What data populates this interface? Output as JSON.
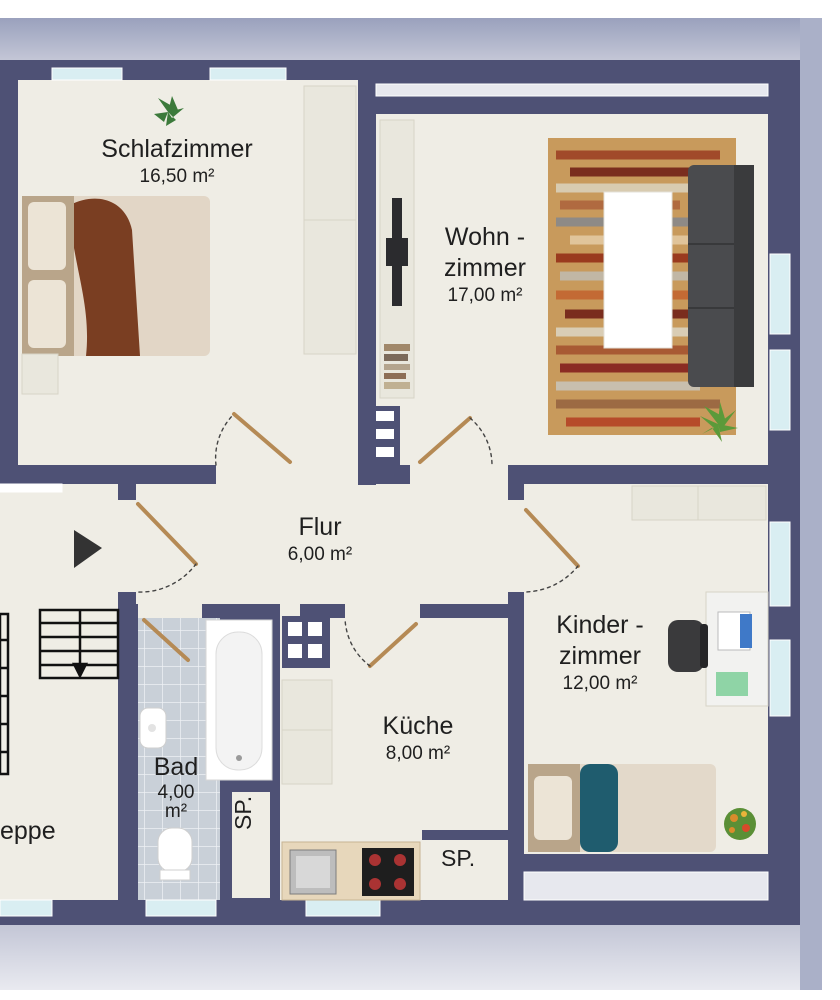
{
  "rooms": {
    "schlafzimmer": {
      "name": "Schlafzimmer",
      "area": "16,50 m²"
    },
    "wohnzimmer": {
      "name1": "Wohn -",
      "name2": "zimmer",
      "area": "17,00 m²"
    },
    "flur": {
      "name": "Flur",
      "area": "6,00 m²"
    },
    "kinderzimmer": {
      "name1": "Kinder -",
      "name2": "zimmer",
      "area": "12,00 m²"
    },
    "kueche": {
      "name": "Küche",
      "area": "8,00 m²"
    },
    "bad": {
      "name": "Bad",
      "area1": "4,00",
      "area2": "m²"
    },
    "treppe": {
      "name": "eppe"
    }
  },
  "storage": {
    "sp_bad": "SP.",
    "sp_kueche": "SP."
  },
  "colors": {
    "wall": "#4e5175",
    "floor": "#efede5",
    "tile": "#c9d0d8",
    "wood": "#b58a55",
    "bed_brown": "#7a3e22",
    "bed_teal": "#1f5c6e",
    "sofa": "#4a4b4e",
    "rug": "#c89a5c",
    "window": "#d9eef2"
  }
}
